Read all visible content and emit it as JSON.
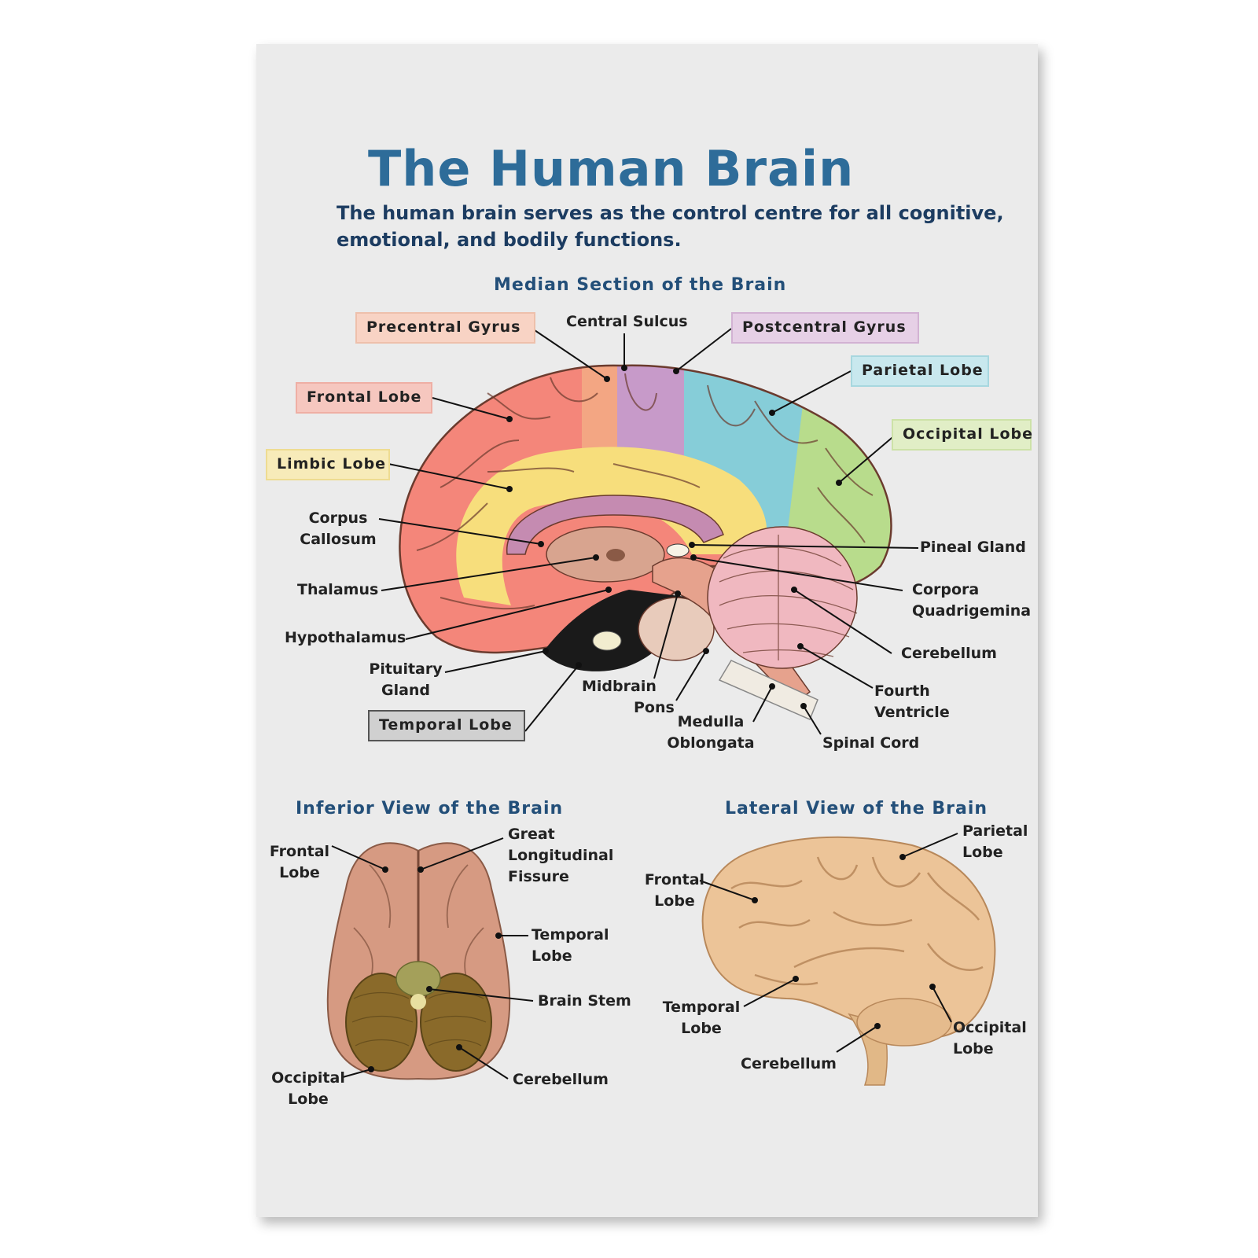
{
  "title": "The Human Brain",
  "description": "The human brain serves as the control centre for all cognitive, emotional, and bodily functions.",
  "median": {
    "heading": "Median Section of the Brain",
    "labels": {
      "precentral_gyrus": "Precentral Gyrus",
      "central_sulcus": "Central Sulcus",
      "postcentral_gyrus": "Postcentral Gyrus",
      "parietal_lobe": "Parietal Lobe",
      "frontal_lobe": "Frontal Lobe",
      "occipital_lobe": "Occipital Lobe",
      "limbic_lobe": "Limbic Lobe",
      "corpus_callosum_1": "Corpus",
      "corpus_callosum_2": "Callosum",
      "pineal_gland": "Pineal Gland",
      "thalamus": "Thalamus",
      "corpora_quadrigemina_1": "Corpora",
      "corpora_quadrigemina_2": "Quadrigemina",
      "hypothalamus": "Hypothalamus",
      "cerebellum": "Cerebellum",
      "pituitary_gland_1": "Pituitary",
      "pituitary_gland_2": "Gland",
      "midbrain": "Midbrain",
      "fourth_ventricle_1": "Fourth",
      "fourth_ventricle_2": "Ventricle",
      "pons": "Pons",
      "temporal_lobe": "Temporal Lobe",
      "medulla_oblongata_1": "Medulla",
      "medulla_oblongata_2": "Oblongata",
      "spinal_cord": "Spinal Cord"
    }
  },
  "inferior": {
    "heading": "Inferior View of the Brain",
    "labels": {
      "frontal_lobe_1": "Frontal",
      "frontal_lobe_2": "Lobe",
      "fissure_1": "Great",
      "fissure_2": "Longitudinal",
      "fissure_3": "Fissure",
      "temporal_lobe_1": "Temporal",
      "temporal_lobe_2": "Lobe",
      "brain_stem": "Brain Stem",
      "occipital_lobe_1": "Occipital",
      "occipital_lobe_2": "Lobe",
      "cerebellum": "Cerebellum"
    }
  },
  "lateral": {
    "heading": "Lateral View of the Brain",
    "labels": {
      "parietal_lobe_1": "Parietal",
      "parietal_lobe_2": "Lobe",
      "frontal_lobe_1": "Frontal",
      "frontal_lobe_2": "Lobe",
      "temporal_lobe_1": "Temporal",
      "temporal_lobe_2": "Lobe",
      "occipital_lobe_1": "Occipital",
      "occipital_lobe_2": "Lobe",
      "cerebellum": "Cerebellum"
    }
  },
  "colors": {
    "title": "#2e6c99",
    "frontal": "#f4867a",
    "precentral": "#f3a683",
    "postcentral": "#c79ac9",
    "parietal": "#86cdd8",
    "occipital": "#b8dc8c",
    "limbic": "#f7de7c",
    "corpus_callosum": "#c58bb1",
    "cerebellum": "#f0b8c0",
    "temporal_label_box": "#d0d0d0"
  }
}
